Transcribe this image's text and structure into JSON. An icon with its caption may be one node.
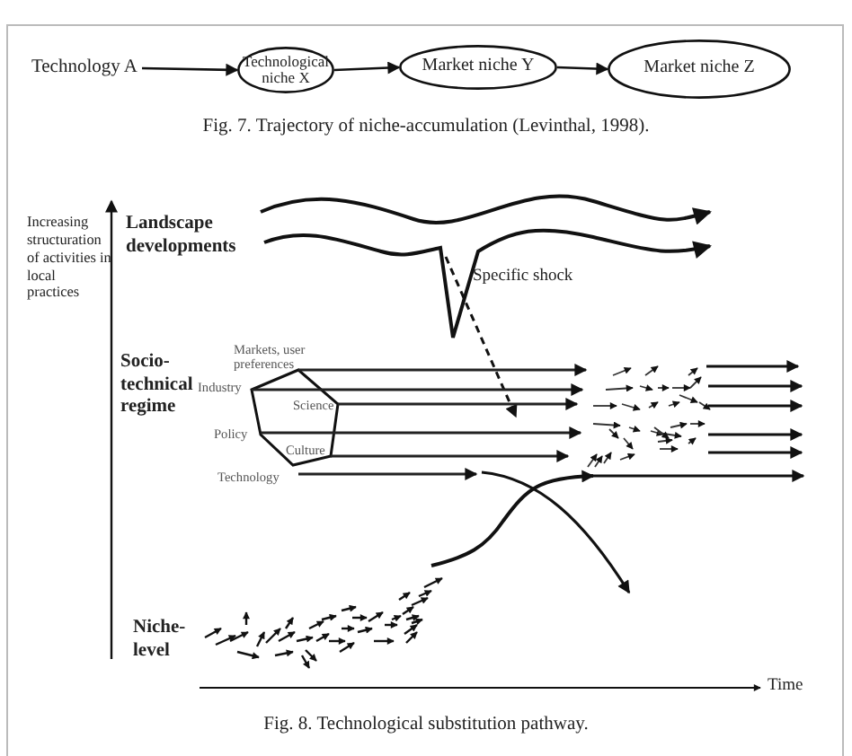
{
  "diagram": {
    "nodes": [
      {
        "text": [
          "Technology A"
        ]
      },
      {
        "text": [
          "Technological niche X"
        ]
      },
      {
        "text": [
          "Market niche Y"
        ]
      },
      {
        "text": [
          "Market niche Z"
        ]
      }
    ],
    "edges": [
      {
        "from": 0,
        "to": 1,
        "arrow": "to"
      },
      {
        "from": 1,
        "to": 2,
        "arrow": "to"
      },
      {
        "from": 2,
        "to": 3,
        "arrow": "to"
      }
    ],
    "labels": [
      "Fig. 7. Trajectory of niche-accumulation (Levinthal, 1998).",
      "Increasing structuration of activities in local practices",
      "Landscape developments",
      "Specific shock",
      "Socio-technical regime",
      "Markets, user preferences",
      "Industry",
      "Science",
      "Policy",
      "Culture",
      "Technology",
      "Niche-level",
      "Time",
      "Fig. 8. Technological substitution pathway."
    ]
  }
}
